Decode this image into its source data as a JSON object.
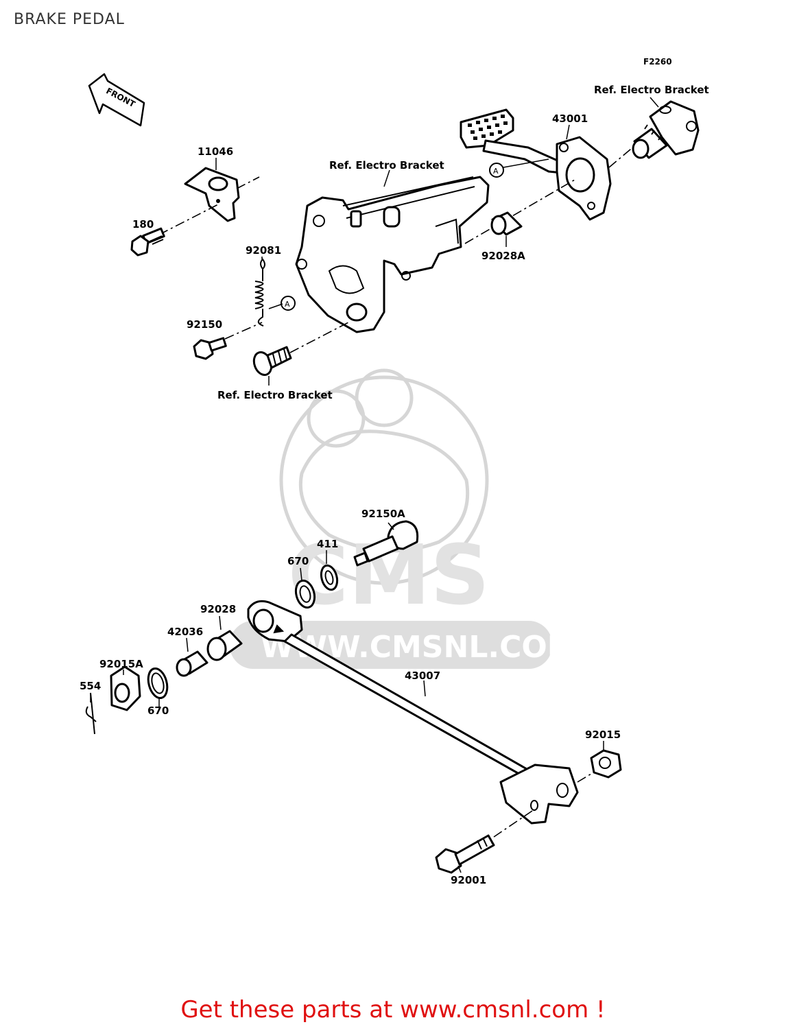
{
  "title": "BRAKE PEDAL",
  "figure_code": "F2260",
  "front_label": "FRONT",
  "callout_a": "A",
  "ref_labels": {
    "top_right": "Ref. Electro Bracket",
    "top_middle": "Ref. Electro Bracket",
    "bottom": "Ref. Electro Bracket"
  },
  "parts": {
    "p11046": "11046",
    "p180": "180",
    "p92081": "92081",
    "p92150": "92150",
    "p43001": "43001",
    "p92028A": "92028A",
    "p92150A": "92150A",
    "p411": "411",
    "p670_top": "670",
    "p92028": "92028",
    "p42036": "42036",
    "p92015A": "92015A",
    "p554": "554",
    "p670_bottom": "670",
    "p43007": "43007",
    "p92015": "92015",
    "p92001": "92001"
  },
  "watermark": {
    "brand": "CMS",
    "url": "WWW.CMSNL.COM"
  },
  "footer": "Get these parts at www.cmsnl.com !"
}
